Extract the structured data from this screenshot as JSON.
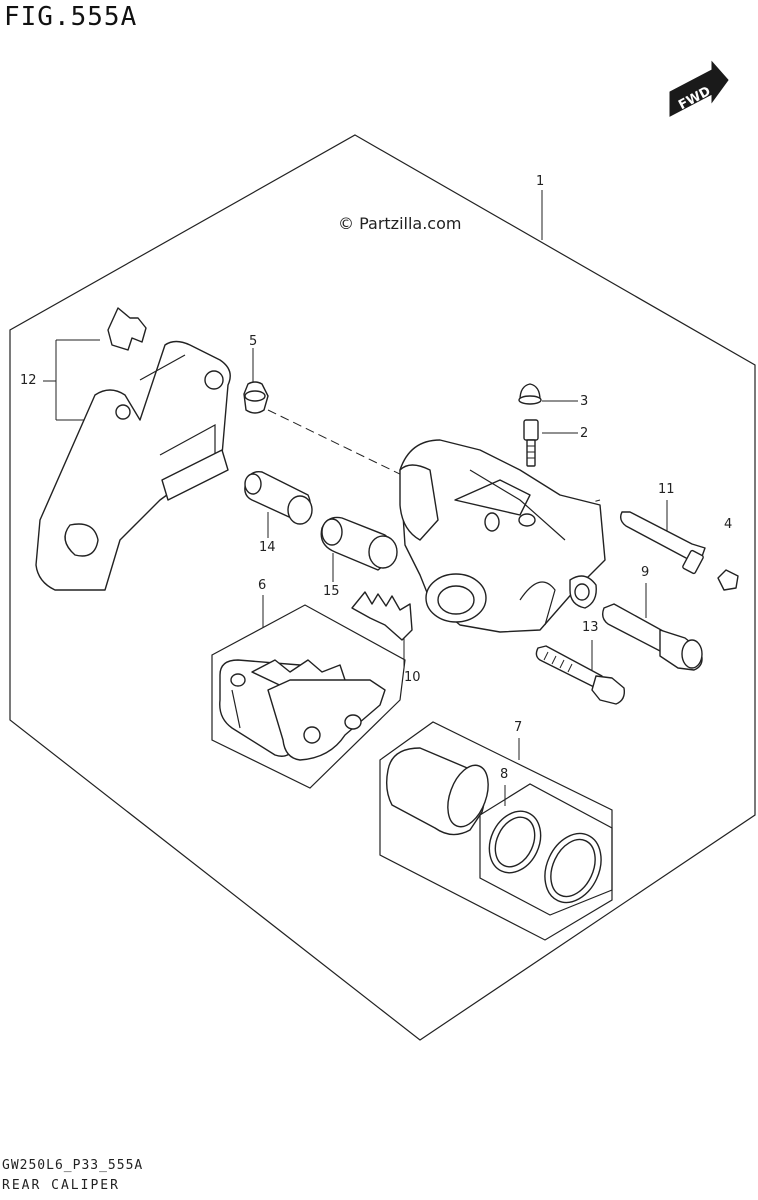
{
  "figure": {
    "title": "FIG.555A",
    "watermark": "© Partzilla.com",
    "fwd_label": "FWD",
    "footer_code": "GW250L6_P33_555A",
    "footer_name": "REAR CALIPER"
  },
  "callouts": [
    {
      "id": "c1",
      "label": "1"
    },
    {
      "id": "c2",
      "label": "2"
    },
    {
      "id": "c3",
      "label": "3"
    },
    {
      "id": "c4",
      "label": "4"
    },
    {
      "id": "c5",
      "label": "5"
    },
    {
      "id": "c6",
      "label": "6"
    },
    {
      "id": "c7",
      "label": "7"
    },
    {
      "id": "c8",
      "label": "8"
    },
    {
      "id": "c9",
      "label": "9"
    },
    {
      "id": "c10",
      "label": "10"
    },
    {
      "id": "c11",
      "label": "11"
    },
    {
      "id": "c12",
      "label": "12"
    },
    {
      "id": "c13",
      "label": "13"
    },
    {
      "id": "c14",
      "label": "14"
    },
    {
      "id": "c15",
      "label": "15"
    }
  ]
}
